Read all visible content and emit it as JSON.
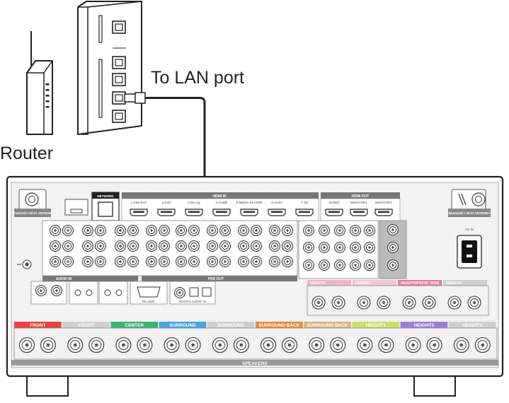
{
  "labels": {
    "lan_port": "To LAN port",
    "router": "Router"
  },
  "panel": {
    "network": "NETWORK",
    "bt_left": "Bluetooth / Wi-Fi ANTENNA",
    "bt_right": "Bluetooth / Wi-Fi ANTENNA",
    "hdmi_in": "HDMI IN",
    "hdmi_out": "HDMI OUT",
    "audio_in": "AUDIO IN",
    "pre_out": "PRE OUT",
    "ac_in": "AC IN",
    "rs232c": "RS-232C",
    "digital_audio_in": "DIGITAL AUDIO IN",
    "speakers": "SPEAKERS",
    "hdmi_in_labels": [
      "1 CBL/SAT",
      "2 DVD",
      "3 Blu-ray",
      "4 GAME",
      "5 MEDIA PLAYER",
      "6 AUX2",
      "7 CD"
    ],
    "hdmi_out_labels": [
      "ZONE2",
      "MONITOR1",
      "MONITOR2"
    ],
    "speaker_groups": [
      {
        "name": "FRONT",
        "color": "#e8423e"
      },
      {
        "name": "FRONT",
        "color": "#cfcfcf"
      },
      {
        "name": "CENTER",
        "color": "#3cb371"
      },
      {
        "name": "SURROUND",
        "color": "#4aa3df"
      },
      {
        "name": "SURROUND",
        "color": "#cfcfcf"
      },
      {
        "name": "SURROUND BACK",
        "color": "#e88a3a"
      },
      {
        "name": "SURROUND BACK",
        "color": "#d9b27a"
      },
      {
        "name": "HEIGHT1",
        "color": "#c9e06b"
      },
      {
        "name": "HEIGHT3",
        "color": "#9b7fd6"
      },
      {
        "name": "HEIGHT3",
        "color": "#cfcfcf"
      }
    ],
    "upper_speaker_groups": [
      {
        "name": "HEIGHT2",
        "color": "#f0b6bd"
      },
      {
        "name": "HEIGHT2",
        "color": "#f3c7cc"
      },
      {
        "name": "HEIGHT4/FRONT WIDE",
        "color": "#e27d9a"
      },
      {
        "name": "HEIGHT4",
        "color": "#cfcfcf"
      }
    ]
  }
}
